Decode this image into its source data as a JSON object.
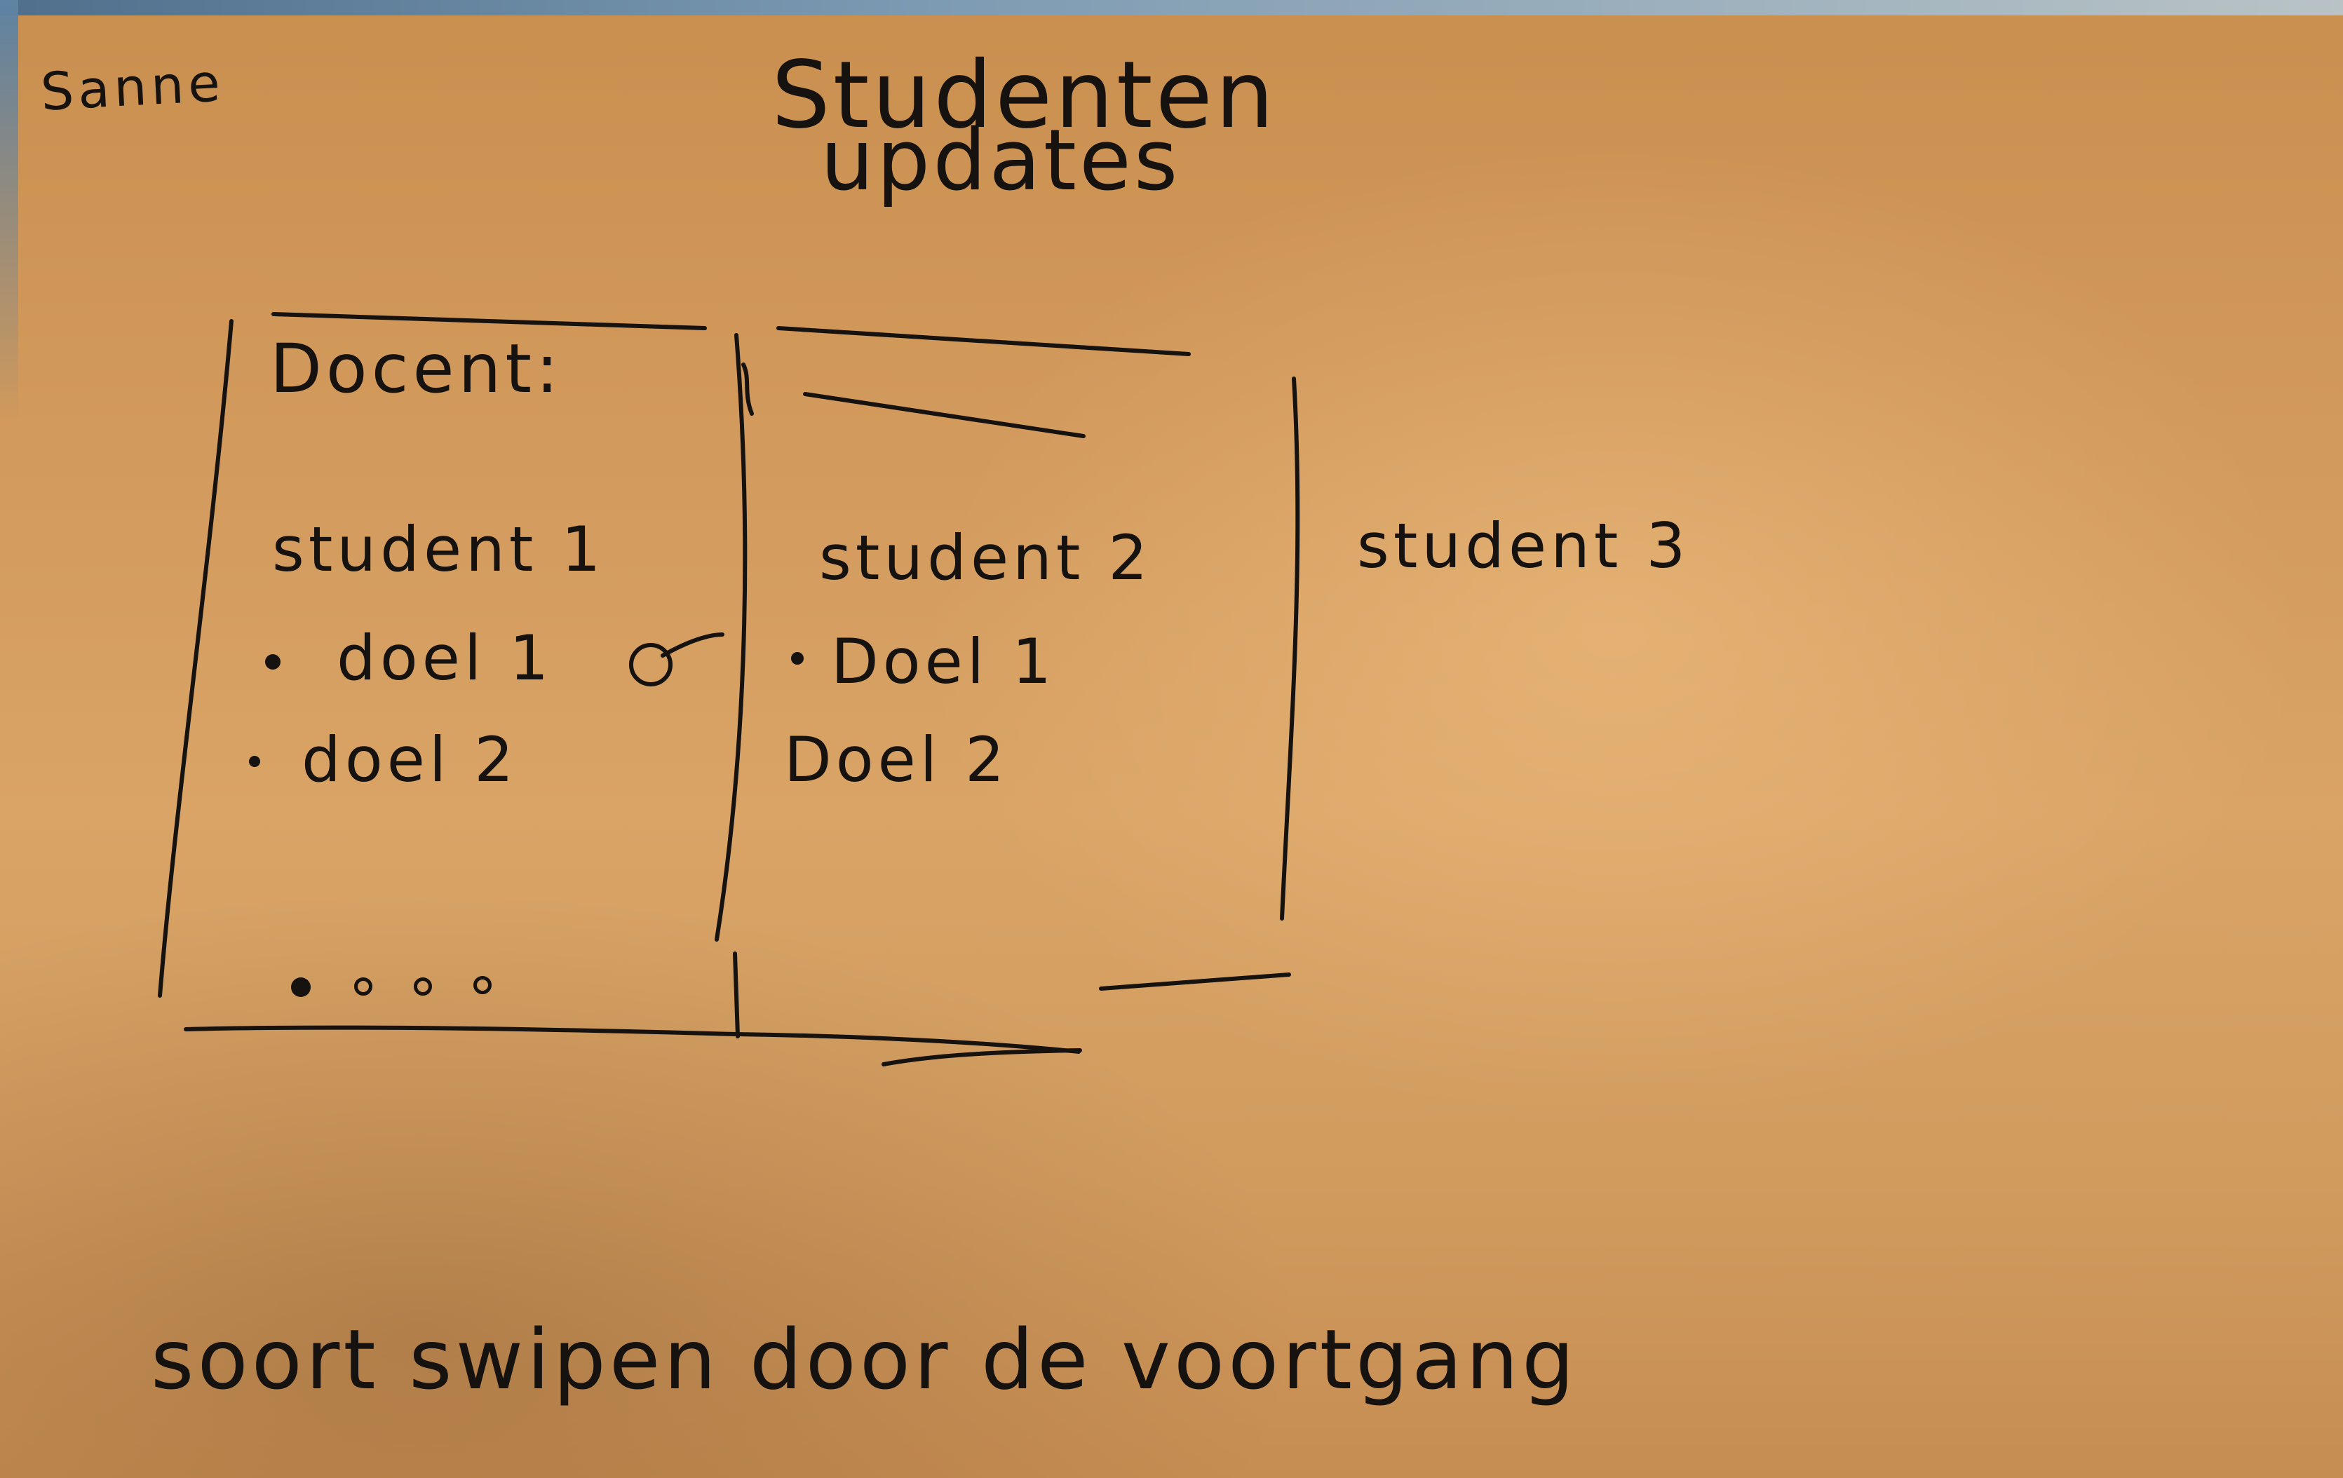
{
  "author": "Sanne",
  "title_line1": "Studenten",
  "title_line2": "updates",
  "panel1": {
    "header": "Docent:",
    "student": "student 1",
    "goals": [
      "doel 1",
      "doel 2"
    ]
  },
  "panel2": {
    "student": "student 2",
    "goals": [
      "Doel 1",
      "Doel 2"
    ]
  },
  "panel3": {
    "student": "student 3"
  },
  "pagination": {
    "active_index": 0,
    "total": 4
  },
  "caption": "soort swipen door de voortgang"
}
